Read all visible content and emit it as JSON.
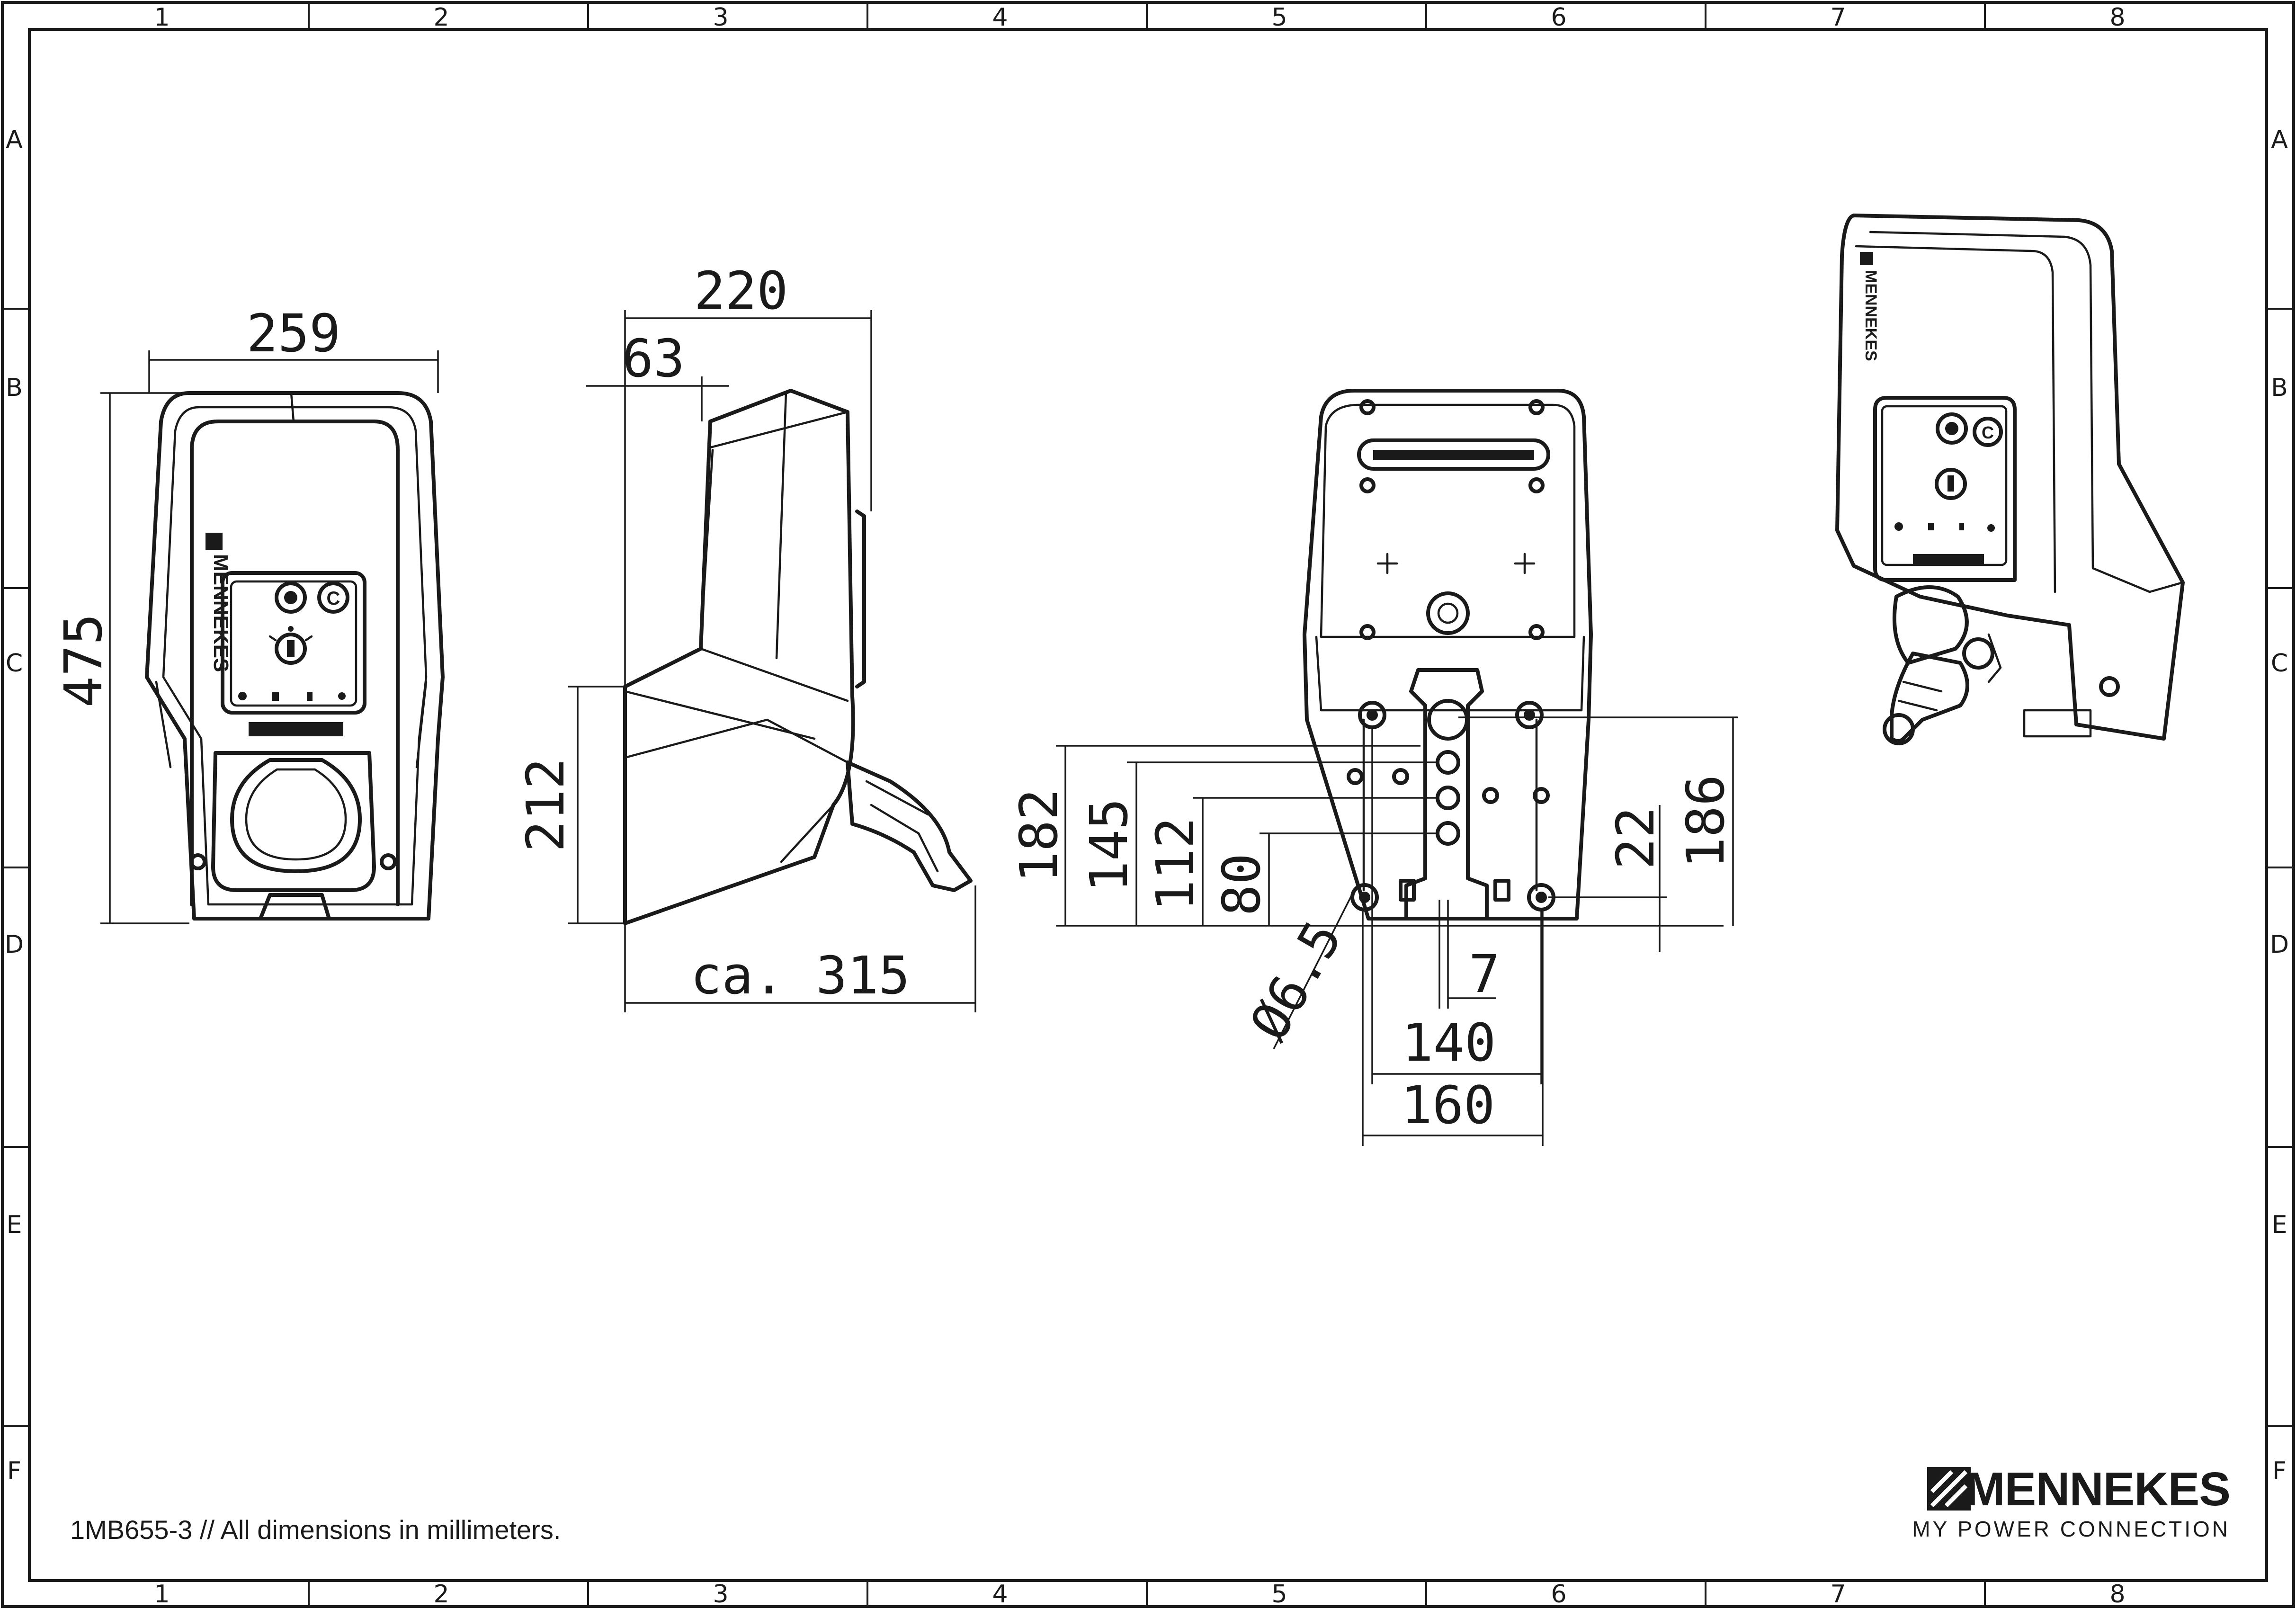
{
  "sheet": {
    "column_labels": [
      "1",
      "2",
      "3",
      "4",
      "5",
      "6",
      "7",
      "8"
    ],
    "row_labels": [
      "A",
      "B",
      "C",
      "D",
      "E",
      "F"
    ]
  },
  "dimensions": {
    "front_width": "259",
    "front_height": "475",
    "side_depth": "220",
    "side_offset": "63",
    "side_lower_height": "212",
    "side_total_depth": "ca. 315",
    "rear_h182": "182",
    "rear_h145": "145",
    "rear_h112": "112",
    "rear_h80": "80",
    "rear_hole_dia": "Ø6.5",
    "rear_slot": "7",
    "rear_w140": "140",
    "rear_w160": "160",
    "rear_h22": "22",
    "rear_h186": "186"
  },
  "product_labels": {
    "brand_on_device": "MENNEKES"
  },
  "footer": {
    "note": "1MB655-3 // All dimensions in millimeters.",
    "brand": "MENNEKES",
    "tagline": "MY POWER CONNECTION"
  },
  "colors": {
    "line": "#1a1a1a",
    "background": "#ffffff"
  },
  "icons": [
    "mennekes-logo-icon",
    "key-switch-icon",
    "status-led-icon"
  ]
}
